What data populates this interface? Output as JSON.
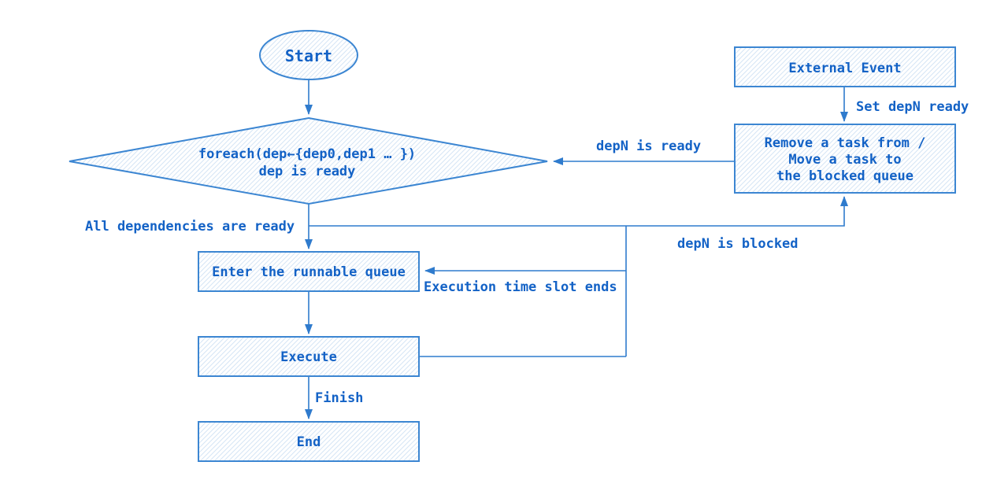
{
  "theme": {
    "border": "#3c86d2",
    "line": "#2f7bcd",
    "text": "#1362c6",
    "hatch": "#d5e5f6",
    "bg": "#ffffff"
  },
  "nodes": {
    "start": {
      "label": "Start",
      "shape": "ellipse"
    },
    "decision": {
      "shape": "diamond",
      "line1": "foreach(dep←{dep0,dep1 … })",
      "line2": "dep is ready"
    },
    "external_event": {
      "label": "External Event",
      "shape": "rect"
    },
    "blocked_queue": {
      "shape": "rect",
      "line1": "Remove a task from /",
      "line2": "Move a task to",
      "line3": "the blocked queue"
    },
    "runnable_queue": {
      "label": "Enter the runnable queue",
      "shape": "rect"
    },
    "execute": {
      "label": "Execute",
      "shape": "rect"
    },
    "end": {
      "label": "End",
      "shape": "rect"
    }
  },
  "edge_labels": {
    "set_depn_ready": "Set depN ready",
    "depn_is_ready": "depN is ready",
    "all_deps_ready": "All dependencies are ready",
    "depn_is_blocked": "depN is blocked",
    "exec_slot_ends": "Execution time slot ends",
    "finish": "Finish"
  }
}
